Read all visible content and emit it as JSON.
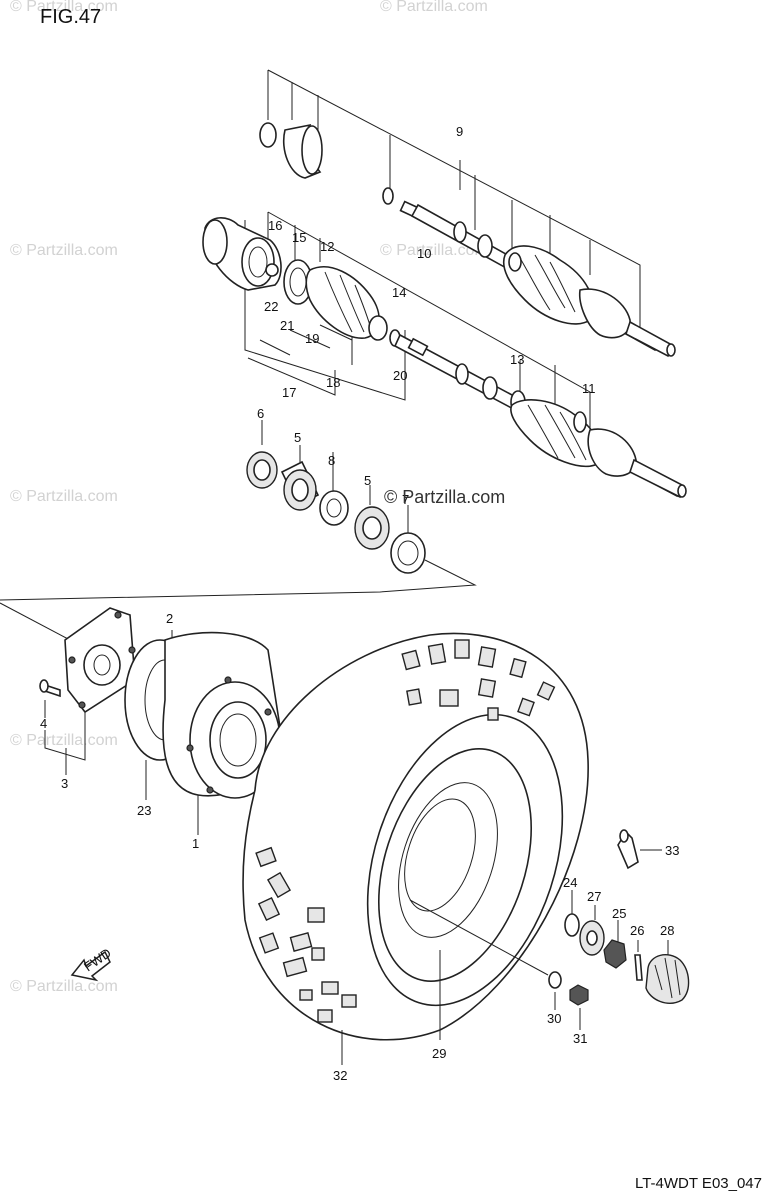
{
  "figure": {
    "title": "FIG.47",
    "code": "LT-4WDT E03_047"
  },
  "watermark": {
    "text": "© Partzilla.com",
    "center_text": "© Partzilla.com"
  },
  "fwd_label": "FWD",
  "callouts": [
    {
      "id": "1",
      "label": "1"
    },
    {
      "id": "2",
      "label": "2"
    },
    {
      "id": "3",
      "label": "3"
    },
    {
      "id": "4",
      "label": "4"
    },
    {
      "id": "5a",
      "label": "5"
    },
    {
      "id": "5b",
      "label": "5"
    },
    {
      "id": "6",
      "label": "6"
    },
    {
      "id": "7",
      "label": "7"
    },
    {
      "id": "8",
      "label": "8"
    },
    {
      "id": "9",
      "label": "9"
    },
    {
      "id": "10",
      "label": "10"
    },
    {
      "id": "11",
      "label": "11"
    },
    {
      "id": "12",
      "label": "12"
    },
    {
      "id": "13",
      "label": "13"
    },
    {
      "id": "14",
      "label": "14"
    },
    {
      "id": "15",
      "label": "15"
    },
    {
      "id": "16",
      "label": "16"
    },
    {
      "id": "17",
      "label": "17"
    },
    {
      "id": "18",
      "label": "18"
    },
    {
      "id": "19",
      "label": "19"
    },
    {
      "id": "20",
      "label": "20"
    },
    {
      "id": "21",
      "label": "21"
    },
    {
      "id": "22",
      "label": "22"
    },
    {
      "id": "23",
      "label": "23"
    },
    {
      "id": "24",
      "label": "24"
    },
    {
      "id": "25",
      "label": "25"
    },
    {
      "id": "26",
      "label": "26"
    },
    {
      "id": "27",
      "label": "27"
    },
    {
      "id": "28",
      "label": "28"
    },
    {
      "id": "29",
      "label": "29"
    },
    {
      "id": "30",
      "label": "30"
    },
    {
      "id": "31",
      "label": "31"
    },
    {
      "id": "32",
      "label": "32"
    },
    {
      "id": "33",
      "label": "33"
    }
  ]
}
